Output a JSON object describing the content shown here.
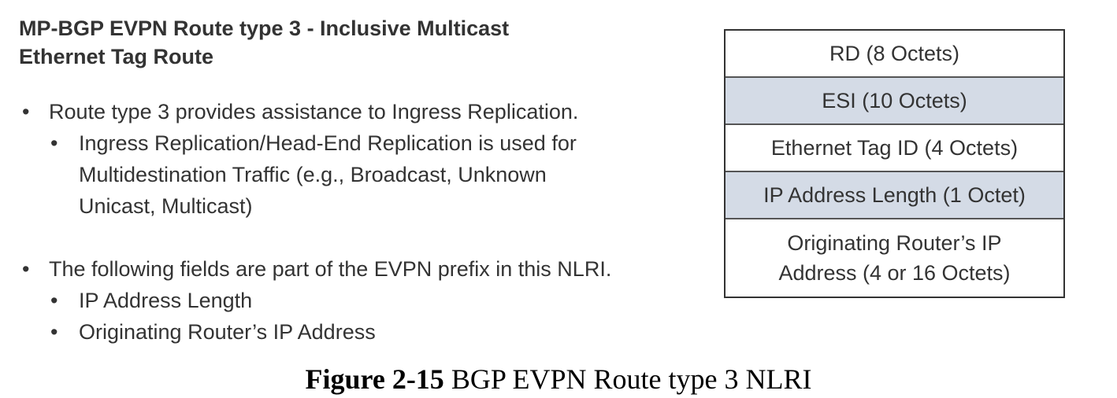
{
  "heading": {
    "line1": "MP-BGP EVPN Route type 3  -  Inclusive Multicast",
    "line2": "Ethernet Tag Route"
  },
  "bullets": {
    "item1": "Route type 3 provides assistance to Ingress Replication.",
    "item1_sub": [
      "Ingress Replication/Head-End Replication is used for",
      "Multidestination Traffic (e.g., Broadcast, Unknown",
      "Unicast, Multicast)"
    ],
    "item2": "The following fields are part of the EVPN prefix in this NLRI.",
    "item2_sub": [
      "IP Address Length",
      "Originating Router’s IP Address"
    ]
  },
  "nlri_fields": [
    {
      "label": "RD (8 Octets)",
      "shaded": false
    },
    {
      "label": "ESI (10 Octets)",
      "shaded": true
    },
    {
      "label": "Ethernet Tag ID (4 Octets)",
      "shaded": false
    },
    {
      "label": "IP Address Length (1 Octet)",
      "shaded": true
    },
    {
      "label_line1": "Originating Router’s IP",
      "label_line2": "Address (4 or 16 Octets)",
      "shaded": false
    }
  ],
  "caption": {
    "figure_number": "Figure 2-15",
    "title": "BGP EVPN Route type 3 NLRI"
  },
  "colors": {
    "shaded_field": "#d4dbe6",
    "text": "#333333",
    "border": "#333333"
  }
}
